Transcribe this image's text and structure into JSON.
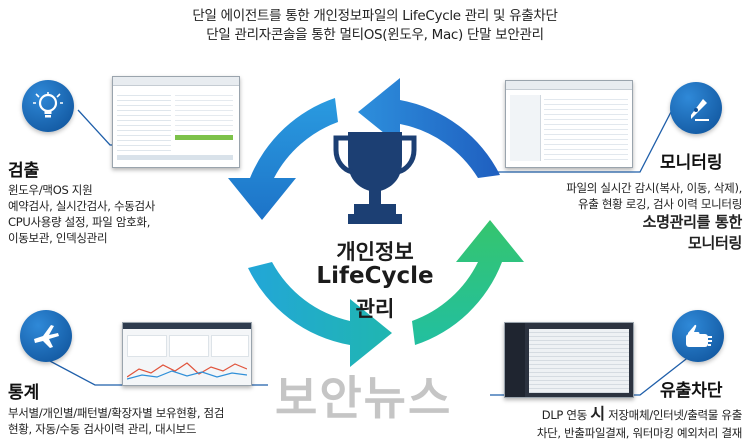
{
  "header": {
    "line1": "단일 에이전트를 통한 개인정보파일의 LifeCycle 관리 및 유출차단",
    "line2": "단일 관리자콘솔을 통한 멀티OS(윈도우, Mac) 단말 보안관리"
  },
  "center": {
    "line1": "개인정보",
    "line2": "LifeCycle",
    "line3": "관리"
  },
  "sections": {
    "detect": {
      "title": "검출",
      "lines": [
        "윈도우/맥OS 지원",
        "예약검사, 실시간검사, 수동검사",
        "CPU사용량 설정, 파일 암호화,",
        "이동보관, 인덱싱관리"
      ]
    },
    "monitor": {
      "title": "모니터링",
      "lines": [
        "파일의 실시간 감시(복사, 이동, 삭제),",
        "유출 현황 로깅, 검사 이력 모니터링"
      ],
      "emph1": "소명관리를 통한",
      "emph2": "모니터링"
    },
    "stats": {
      "title": "통계",
      "lines": [
        "부서별/개인별/패턴별/확장자별 보유현황, 점검",
        "현황, 자동/수동 검사이력 관리, 대시보드"
      ]
    },
    "block": {
      "title": "유출차단",
      "line1_pre": "DLP 연동 ",
      "line1_big": "시",
      "line1_post": " 저장매체/인터넷/출력물 유출",
      "line2": "차단, 반출파일결재, 워터마킹 예외처리 결재"
    }
  },
  "icons": {
    "detect": "lightbulb-icon",
    "monitor": "pen-nib-icon",
    "stats": "airplane-icon",
    "block": "hand-stop-icon"
  },
  "colors": {
    "arrow_blue": "#1f63c2",
    "arrow_light_blue": "#2aa1e0",
    "arrow_teal": "#23b5b0",
    "arrow_green": "#2dc37c",
    "icon_blue": "#0f5aa8",
    "trophy": "#1c3f73",
    "line": "#1f5faa"
  },
  "watermark": "보안뉴스"
}
